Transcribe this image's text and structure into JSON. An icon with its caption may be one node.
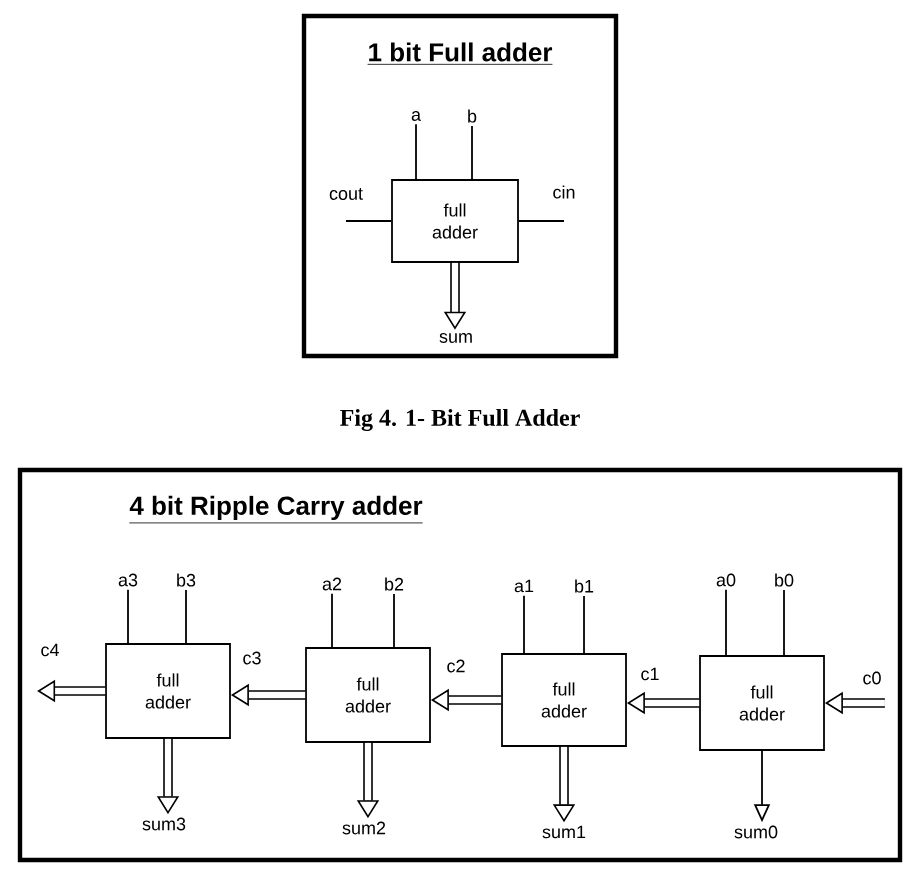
{
  "diagram": {
    "caption": "Fig 4. 1- Bit Full Adder",
    "nodes": [
      {
        "text": [
          "1 bit Full adder"
        ]
      },
      {
        "text": [
          "full adder"
        ],
        "in": 0
      },
      {
        "text": [
          "a"
        ],
        "in": 0
      },
      {
        "text": [
          "b"
        ],
        "in": 0
      },
      {
        "text": [
          "cout"
        ],
        "in": 0
      },
      {
        "text": [
          "cin"
        ],
        "in": 0
      },
      {
        "text": [
          "sum"
        ],
        "in": 0
      },
      {
        "text": [
          "4 bit Ripple Carry adder"
        ]
      },
      {
        "text": [
          "full adder"
        ],
        "in": 7
      },
      {
        "text": [
          "full adder"
        ],
        "in": 7
      },
      {
        "text": [
          "full adder"
        ],
        "in": 7
      },
      {
        "text": [
          "full adder"
        ],
        "in": 7
      },
      {
        "text": [
          "a3"
        ],
        "in": 7
      },
      {
        "text": [
          "b3"
        ],
        "in": 7
      },
      {
        "text": [
          "a2"
        ],
        "in": 7
      },
      {
        "text": [
          "b2"
        ],
        "in": 7
      },
      {
        "text": [
          "a1"
        ],
        "in": 7
      },
      {
        "text": [
          "b1"
        ],
        "in": 7
      },
      {
        "text": [
          "a0"
        ],
        "in": 7
      },
      {
        "text": [
          "b0"
        ],
        "in": 7
      },
      {
        "text": [
          "c4"
        ],
        "in": 7
      },
      {
        "text": [
          "c0"
        ],
        "in": 7
      },
      {
        "text": [
          "sum3"
        ],
        "in": 7
      },
      {
        "text": [
          "sum2"
        ],
        "in": 7
      },
      {
        "text": [
          "sum1"
        ],
        "in": 7
      },
      {
        "text": [
          "sum0"
        ],
        "in": 7
      }
    ],
    "edges": [
      {
        "from": 2,
        "to": 1,
        "arrow": "none"
      },
      {
        "from": 3,
        "to": 1,
        "arrow": "none"
      },
      {
        "from": 1,
        "to": 4,
        "arrow": "none"
      },
      {
        "from": 5,
        "to": 1,
        "arrow": "none"
      },
      {
        "from": 1,
        "to": 6,
        "arrow": "to",
        "style": "thick"
      },
      {
        "from": 12,
        "to": 8,
        "arrow": "none"
      },
      {
        "from": 13,
        "to": 8,
        "arrow": "none"
      },
      {
        "from": 14,
        "to": 9,
        "arrow": "none"
      },
      {
        "from": 15,
        "to": 9,
        "arrow": "none"
      },
      {
        "from": 16,
        "to": 10,
        "arrow": "none"
      },
      {
        "from": 17,
        "to": 10,
        "arrow": "none"
      },
      {
        "from": 18,
        "to": 11,
        "arrow": "none"
      },
      {
        "from": 19,
        "to": 11,
        "arrow": "none"
      },
      {
        "from": 8,
        "to": 20,
        "arrow": "to",
        "style": "thick"
      },
      {
        "from": 9,
        "to": 8,
        "arrow": "to",
        "style": "thick",
        "label": "c3"
      },
      {
        "from": 10,
        "to": 9,
        "arrow": "to",
        "style": "thick",
        "label": "c2"
      },
      {
        "from": 11,
        "to": 10,
        "arrow": "to",
        "style": "thick",
        "label": "c1"
      },
      {
        "from": 21,
        "to": 11,
        "arrow": "to",
        "style": "thick"
      },
      {
        "from": 8,
        "to": 22,
        "arrow": "to",
        "style": "thick"
      },
      {
        "from": 9,
        "to": 23,
        "arrow": "to",
        "style": "thick"
      },
      {
        "from": 10,
        "to": 24,
        "arrow": "to",
        "style": "thick"
      },
      {
        "from": 11,
        "to": 25,
        "arrow": "to"
      }
    ]
  }
}
